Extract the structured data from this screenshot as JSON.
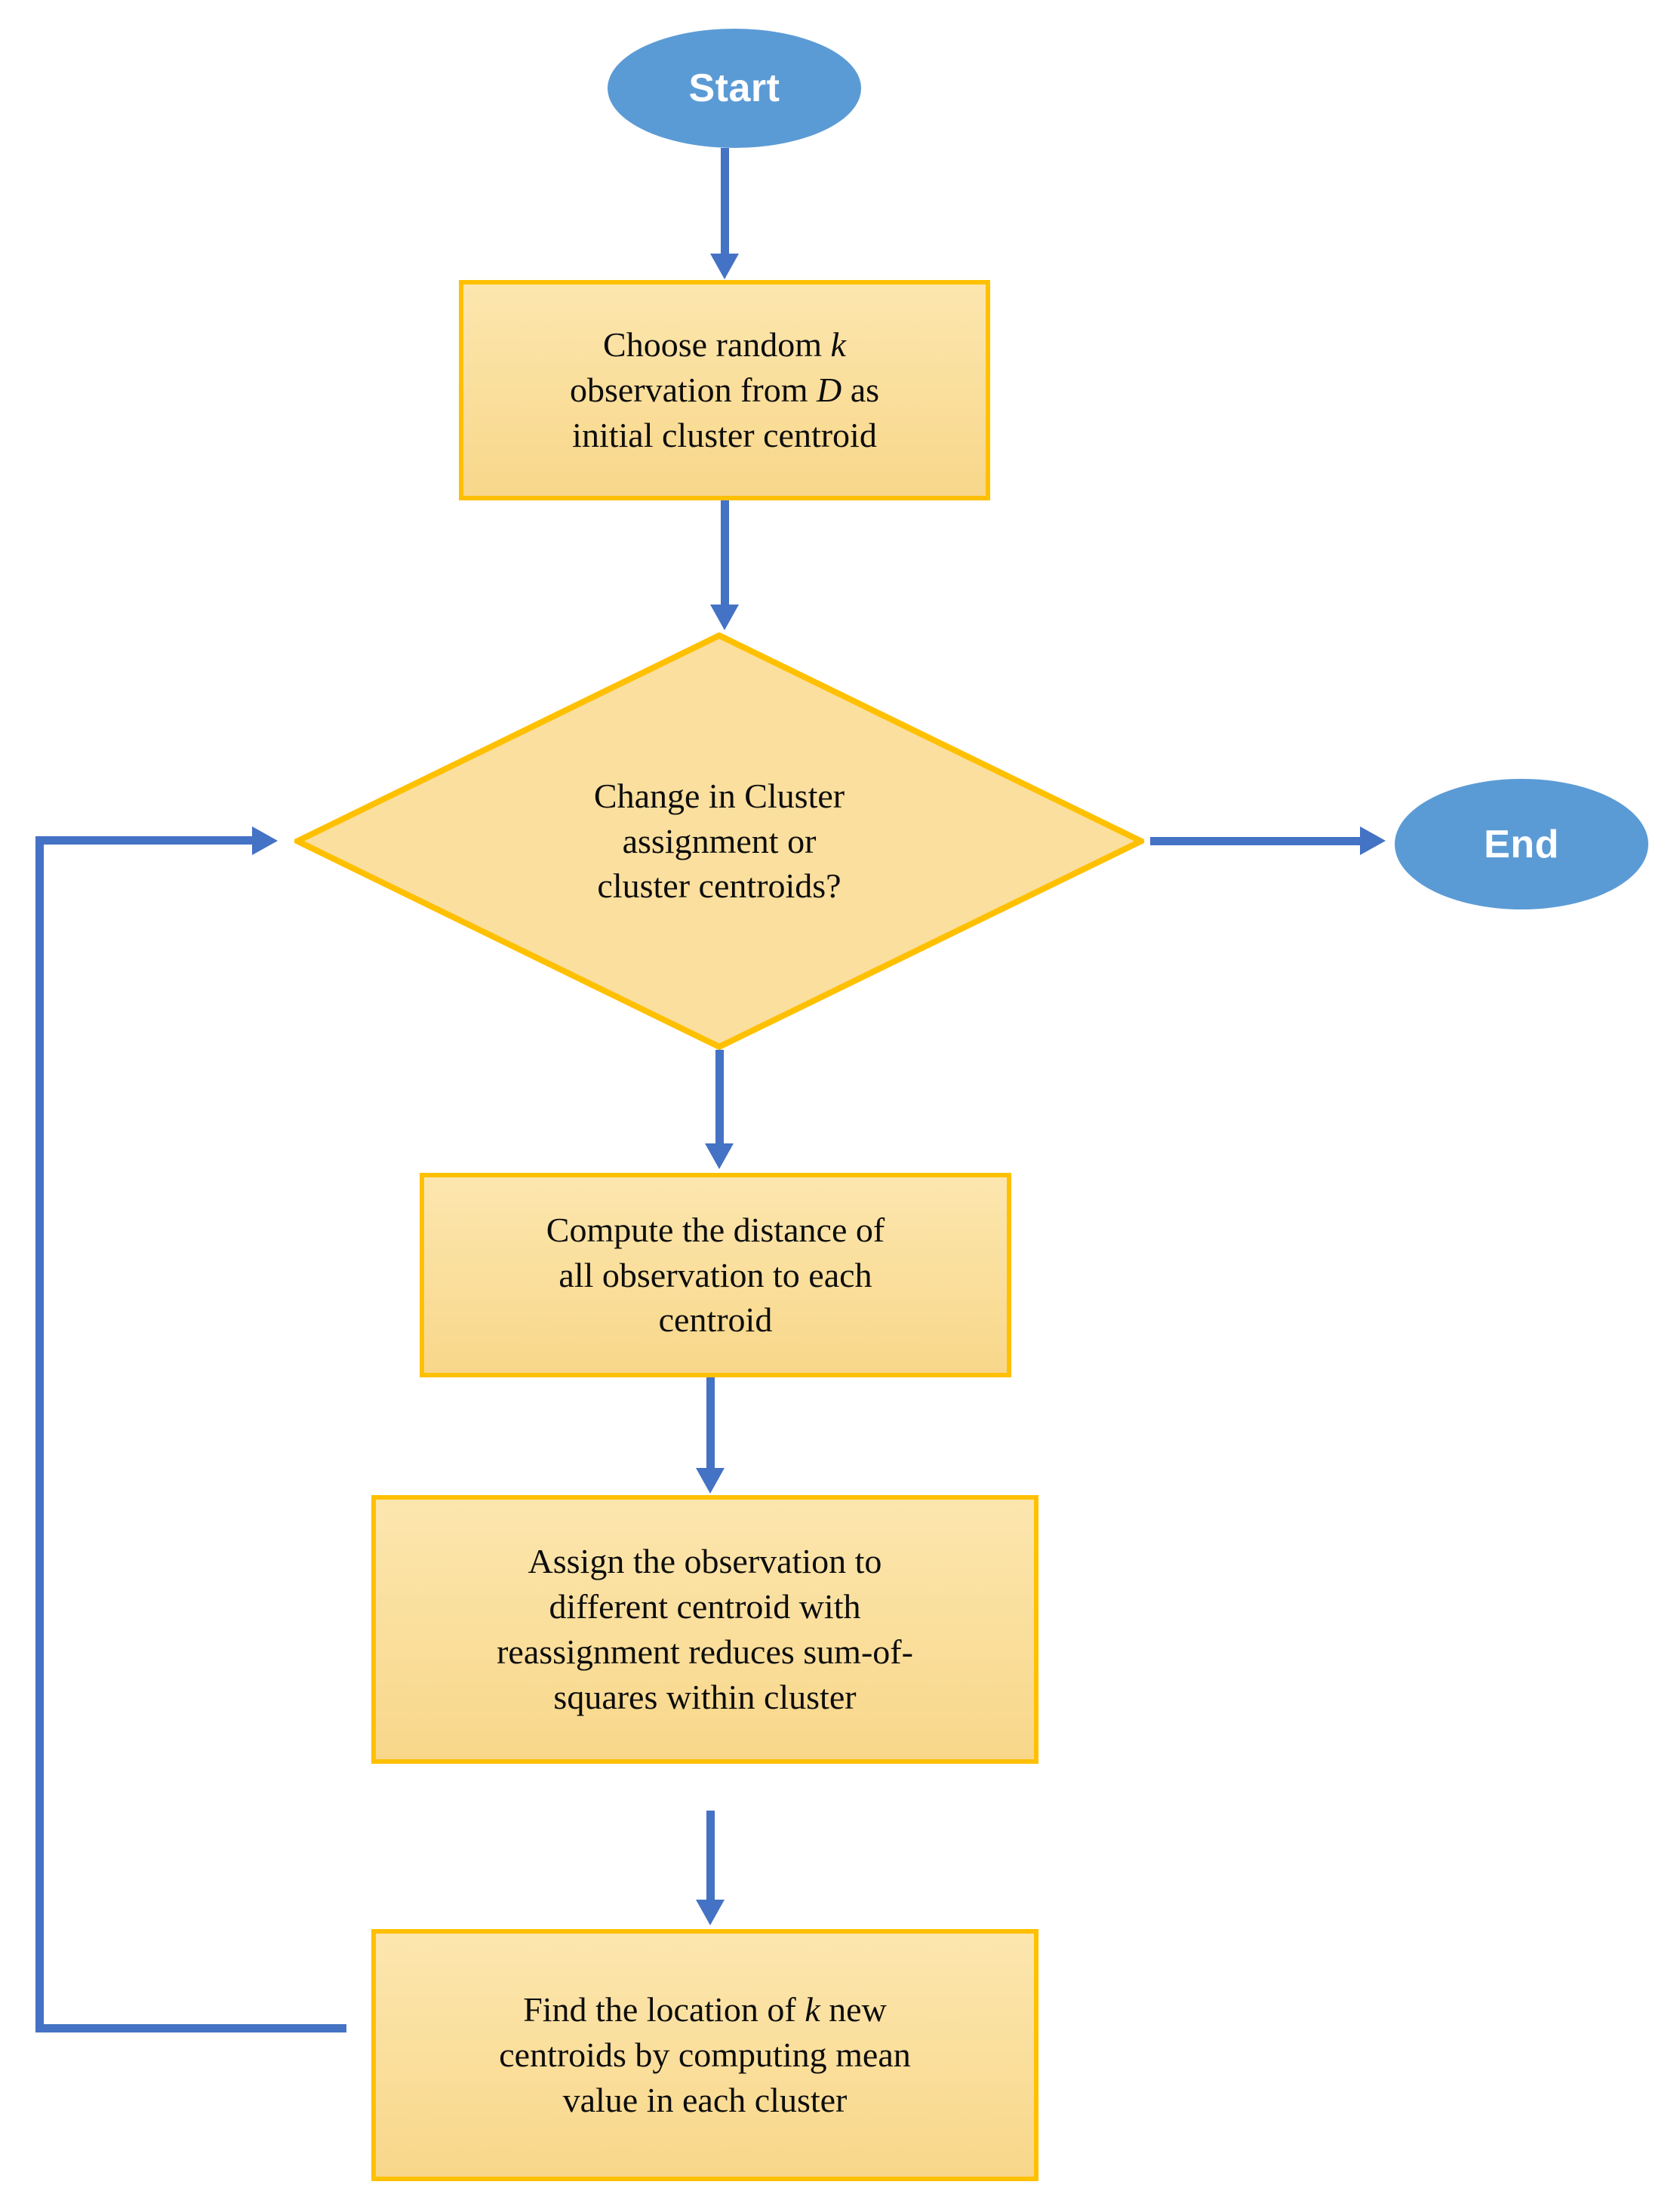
{
  "diagram": {
    "title": "K-means clustering algorithm flowchart",
    "type": "flowchart",
    "colors": {
      "terminator_fill": "#5B9BD5",
      "terminator_text": "#FFFFFF",
      "process_fill": "#FADF9E",
      "process_border": "#FFC000",
      "process_text": "#0D0D0D",
      "connector": "#4472C4",
      "background": "#FFFFFF"
    }
  },
  "nodes": {
    "start": {
      "label": "Start",
      "shape": "ellipse"
    },
    "init_centroids": {
      "shape": "process",
      "lines": [
        {
          "before": "Choose random ",
          "italic": "k",
          "after": ""
        },
        {
          "before": "observation from ",
          "italic": "D",
          "after": " as"
        },
        {
          "before": "initial cluster centroid",
          "italic": "",
          "after": ""
        }
      ]
    },
    "decision": {
      "shape": "diamond",
      "lines": [
        {
          "before": "Change in Cluster",
          "italic": "",
          "after": ""
        },
        {
          "before": "assignment or",
          "italic": "",
          "after": ""
        },
        {
          "before": "cluster centroids?",
          "italic": "",
          "after": ""
        }
      ]
    },
    "end": {
      "label": "End",
      "shape": "ellipse"
    },
    "compute_distance": {
      "shape": "process",
      "lines": [
        {
          "before": "Compute the distance of",
          "italic": "",
          "after": ""
        },
        {
          "before": "all observation to each",
          "italic": "",
          "after": ""
        },
        {
          "before": "centroid",
          "italic": "",
          "after": ""
        }
      ]
    },
    "assign_observation": {
      "shape": "process",
      "lines": [
        {
          "before": "Assign the observation to",
          "italic": "",
          "after": ""
        },
        {
          "before": "different centroid with",
          "italic": "",
          "after": ""
        },
        {
          "before": "reassignment reduces sum-of-",
          "italic": "",
          "after": ""
        },
        {
          "before": "squares within cluster",
          "italic": "",
          "after": ""
        }
      ]
    },
    "update_centroids": {
      "shape": "process",
      "lines": [
        {
          "before": "Find the location of ",
          "italic": "k",
          "after": " new"
        },
        {
          "before": "centroids by computing mean",
          "italic": "",
          "after": ""
        },
        {
          "before": "value in each cluster",
          "italic": "",
          "after": ""
        }
      ]
    }
  },
  "edges": [
    {
      "from": "start",
      "to": "init_centroids",
      "direction": "down"
    },
    {
      "from": "init_centroids",
      "to": "decision",
      "direction": "down"
    },
    {
      "from": "decision",
      "to": "end",
      "direction": "right"
    },
    {
      "from": "decision",
      "to": "compute_distance",
      "direction": "down"
    },
    {
      "from": "compute_distance",
      "to": "assign_observation",
      "direction": "down"
    },
    {
      "from": "assign_observation",
      "to": "update_centroids",
      "direction": "down"
    },
    {
      "from": "update_centroids",
      "to": "decision",
      "direction": "loop-left-up"
    }
  ]
}
